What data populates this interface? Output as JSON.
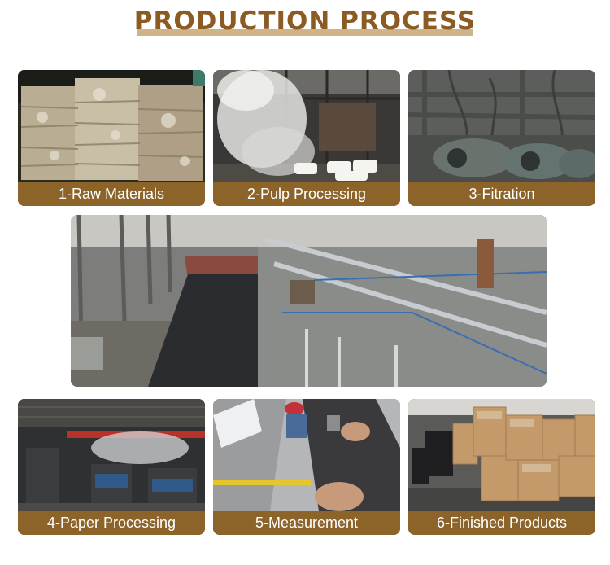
{
  "page": {
    "title": "PRODUCTION PROCESS"
  },
  "steps": [
    {
      "label": "1-Raw Materials",
      "image": "raw-materials-photo"
    },
    {
      "label": "2-Pulp Processing",
      "image": "pulp-processing-photo"
    },
    {
      "label": "3-Fitration",
      "image": "filtration-photo"
    },
    {
      "label": "4-Paper Processing",
      "image": "paper-processing-photo"
    },
    {
      "label": "5-Measurement",
      "image": "measurement-photo"
    },
    {
      "label": "6-Finished Products",
      "image": "finished-products-photo"
    }
  ],
  "main_image": "production-line-photo",
  "colors": {
    "title": "#8b5b22",
    "title_bar": "#cfb48a",
    "caption_bg": "#8c6328",
    "caption_text": "#ffffff"
  }
}
